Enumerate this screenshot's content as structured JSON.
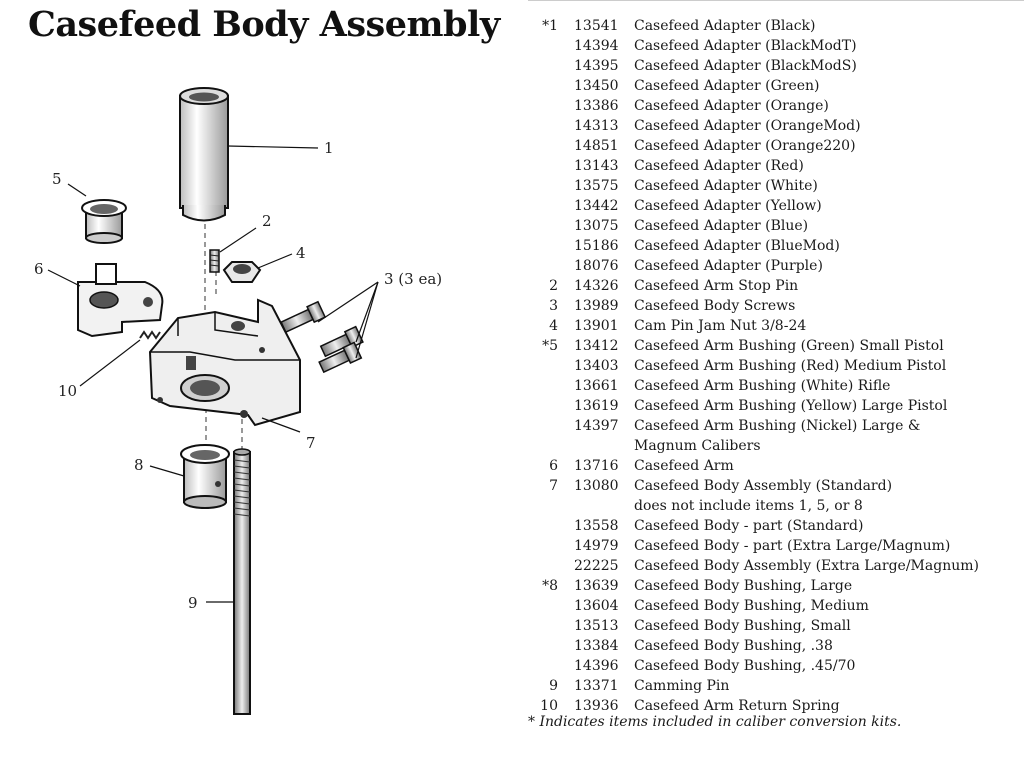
{
  "title": "Casefeed Body Assembly",
  "callouts": [
    "1",
    "2",
    "3 (3 ea)",
    "4",
    "5",
    "6",
    "7",
    "8",
    "9",
    "10"
  ],
  "parts": [
    {
      "item": "*1",
      "pn": "13541",
      "desc": "Casefeed Adapter (Black)"
    },
    {
      "item": "",
      "pn": "14394",
      "desc": "Casefeed Adapter (BlackModT)"
    },
    {
      "item": "",
      "pn": "14395",
      "desc": "Casefeed Adapter (BlackModS)"
    },
    {
      "item": "",
      "pn": "13450",
      "desc": "Casefeed Adapter (Green)"
    },
    {
      "item": "",
      "pn": "13386",
      "desc": "Casefeed Adapter (Orange)"
    },
    {
      "item": "",
      "pn": "14313",
      "desc": "Casefeed Adapter (OrangeMod)"
    },
    {
      "item": "",
      "pn": "14851",
      "desc": "Casefeed Adapter (Orange220)"
    },
    {
      "item": "",
      "pn": "13143",
      "desc": "Casefeed Adapter (Red)"
    },
    {
      "item": "",
      "pn": "13575",
      "desc": "Casefeed Adapter (White)"
    },
    {
      "item": "",
      "pn": "13442",
      "desc": "Casefeed Adapter (Yellow)"
    },
    {
      "item": "",
      "pn": "13075",
      "desc": "Casefeed Adapter (Blue)"
    },
    {
      "item": "",
      "pn": "15186",
      "desc": "Casefeed Adapter (BlueMod)"
    },
    {
      "item": "",
      "pn": "18076",
      "desc": "Casefeed Adapter (Purple)"
    },
    {
      "item": "2",
      "pn": "14326",
      "desc": "Casefeed Arm Stop Pin"
    },
    {
      "item": "3",
      "pn": "13989",
      "desc": "Casefeed Body Screws"
    },
    {
      "item": "4",
      "pn": "13901",
      "desc": "Cam Pin Jam Nut 3/8-24"
    },
    {
      "item": "*5",
      "pn": "13412",
      "desc": "Casefeed Arm Bushing (Green) Small Pistol"
    },
    {
      "item": "",
      "pn": "13403",
      "desc": "Casefeed Arm Bushing (Red) Medium Pistol"
    },
    {
      "item": "",
      "pn": "13661",
      "desc": "Casefeed Arm Bushing (White) Rifle"
    },
    {
      "item": "",
      "pn": "13619",
      "desc": "Casefeed Arm Bushing (Yellow) Large Pistol"
    },
    {
      "item": "",
      "pn": "14397",
      "desc": "Casefeed Arm Bushing (Nickel) Large &"
    },
    {
      "item": "",
      "pn": "",
      "desc": "Magnum Calibers"
    },
    {
      "item": "6",
      "pn": "13716",
      "desc": "Casefeed Arm"
    },
    {
      "item": "7",
      "pn": "13080",
      "desc": "Casefeed Body Assembly (Standard)"
    },
    {
      "item": "",
      "pn": "",
      "desc": "does not include items 1, 5, or 8"
    },
    {
      "item": "",
      "pn": "13558",
      "desc": "Casefeed Body - part (Standard)"
    },
    {
      "item": "",
      "pn": "14979",
      "desc": "Casefeed Body - part (Extra Large/Magnum)"
    },
    {
      "item": "",
      "pn": "22225",
      "desc": "Casefeed Body Assembly (Extra Large/Magnum)"
    },
    {
      "item": "*8",
      "pn": "13639",
      "desc": "Casefeed Body Bushing, Large"
    },
    {
      "item": "",
      "pn": "13604",
      "desc": "Casefeed Body Bushing, Medium"
    },
    {
      "item": "",
      "pn": "13513",
      "desc": "Casefeed Body Bushing, Small"
    },
    {
      "item": "",
      "pn": "13384",
      "desc": "Casefeed Body Bushing, .38"
    },
    {
      "item": "",
      "pn": "14396",
      "desc": "Casefeed Body Bushing, .45/70"
    },
    {
      "item": "9",
      "pn": "13371",
      "desc": "Camming Pin"
    },
    {
      "item": "10",
      "pn": "13936",
      "desc": "Casefeed Arm Return Spring"
    }
  ],
  "footnote": "* Indicates items included in caliber conversion kits."
}
